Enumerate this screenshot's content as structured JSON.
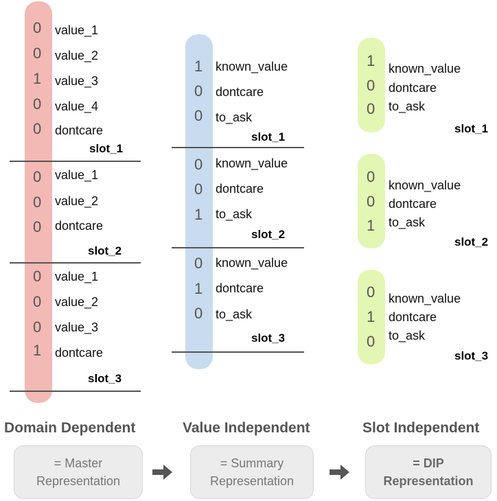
{
  "columns": [
    {
      "heading": "Domain Dependent",
      "box": [
        "= Master",
        "Representation"
      ],
      "slots": [
        {
          "name": "slot_1",
          "rows": [
            [
              "0",
              "value_1"
            ],
            [
              "0",
              "value_2"
            ],
            [
              "1",
              "value_3"
            ],
            [
              "0",
              "value_4"
            ],
            [
              "0",
              "dontcare"
            ]
          ]
        },
        {
          "name": "slot_2",
          "rows": [
            [
              "0",
              "value_1"
            ],
            [
              "0",
              "value_2"
            ],
            [
              "0",
              "dontcare"
            ]
          ]
        },
        {
          "name": "slot_3",
          "rows": [
            [
              "0",
              "value_1"
            ],
            [
              "0",
              "value_2"
            ],
            [
              "0",
              "value_3"
            ],
            [
              "1",
              "dontcare"
            ]
          ]
        }
      ]
    },
    {
      "heading": "Value Independent",
      "box": [
        "= Summary",
        "Representation"
      ],
      "slots": [
        {
          "name": "slot_1",
          "rows": [
            [
              "1",
              "known_value"
            ],
            [
              "0",
              "dontcare"
            ],
            [
              "0",
              "to_ask"
            ]
          ]
        },
        {
          "name": "slot_2",
          "rows": [
            [
              "0",
              "known_value"
            ],
            [
              "0",
              "dontcare"
            ],
            [
              "1",
              "to_ask"
            ]
          ]
        },
        {
          "name": "slot_3",
          "rows": [
            [
              "0",
              "known_value"
            ],
            [
              "1",
              "dontcare"
            ],
            [
              "0",
              "to_ask"
            ]
          ]
        }
      ]
    },
    {
      "heading": "Slot Independent",
      "box": [
        "= DIP",
        "Representation"
      ],
      "slots": [
        {
          "name": "slot_1",
          "rows": [
            [
              "1",
              "known_value"
            ],
            [
              "0",
              "dontcare"
            ],
            [
              "0",
              "to_ask"
            ]
          ]
        },
        {
          "name": "slot_2",
          "rows": [
            [
              "0",
              "known_value"
            ],
            [
              "0",
              "dontcare"
            ],
            [
              "1",
              "to_ask"
            ]
          ]
        },
        {
          "name": "slot_3",
          "rows": [
            [
              "0",
              "known_value"
            ],
            [
              "1",
              "dontcare"
            ],
            [
              "0",
              "to_ask"
            ]
          ]
        }
      ]
    }
  ],
  "colors": {
    "red": "#f2b9b5",
    "blue": "#c9dcef",
    "green": "#e4f6b4",
    "box": "#ececec",
    "arrow": "#555555"
  },
  "arrow_icon": "right-arrow-icon"
}
